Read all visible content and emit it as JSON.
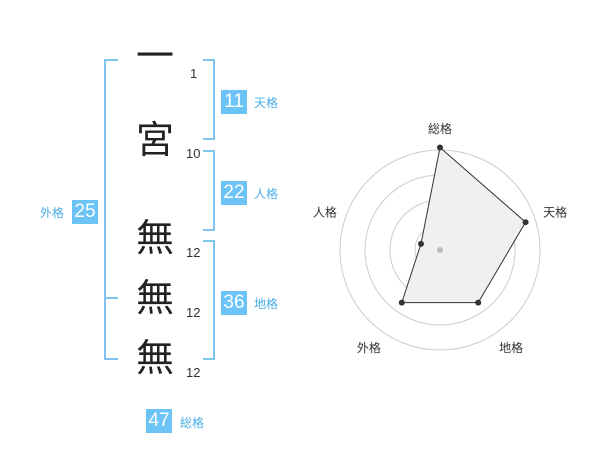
{
  "colors": {
    "bracket": "#7fc4f1",
    "badge": "#6cc3f5",
    "label_text": "#4aaee6",
    "grid": "#cccccc",
    "radar_fill": "#eeeeee",
    "radar_line": "#333333"
  },
  "name": {
    "characters": [
      {
        "char": "一",
        "strokes": "1"
      },
      {
        "char": "宮",
        "strokes": "10"
      },
      {
        "char": "無",
        "strokes": "12"
      },
      {
        "char": "無",
        "strokes": "12"
      },
      {
        "char": "無",
        "strokes": "12"
      }
    ]
  },
  "fortune": {
    "tenkaku": {
      "value": "11",
      "label": "天格"
    },
    "jinkaku": {
      "value": "22",
      "label": "人格"
    },
    "chikaku": {
      "value": "36",
      "label": "地格"
    },
    "gaikaku": {
      "value": "25",
      "label": "外格"
    },
    "soukaku": {
      "value": "47",
      "label": "総格"
    }
  },
  "chart_data": {
    "type": "radar",
    "axes": [
      "総格",
      "天格",
      "地格",
      "外格",
      "人格"
    ],
    "values": [
      4.1,
      3.6,
      2.6,
      2.6,
      0.8
    ],
    "max": 4,
    "rings": 4
  }
}
